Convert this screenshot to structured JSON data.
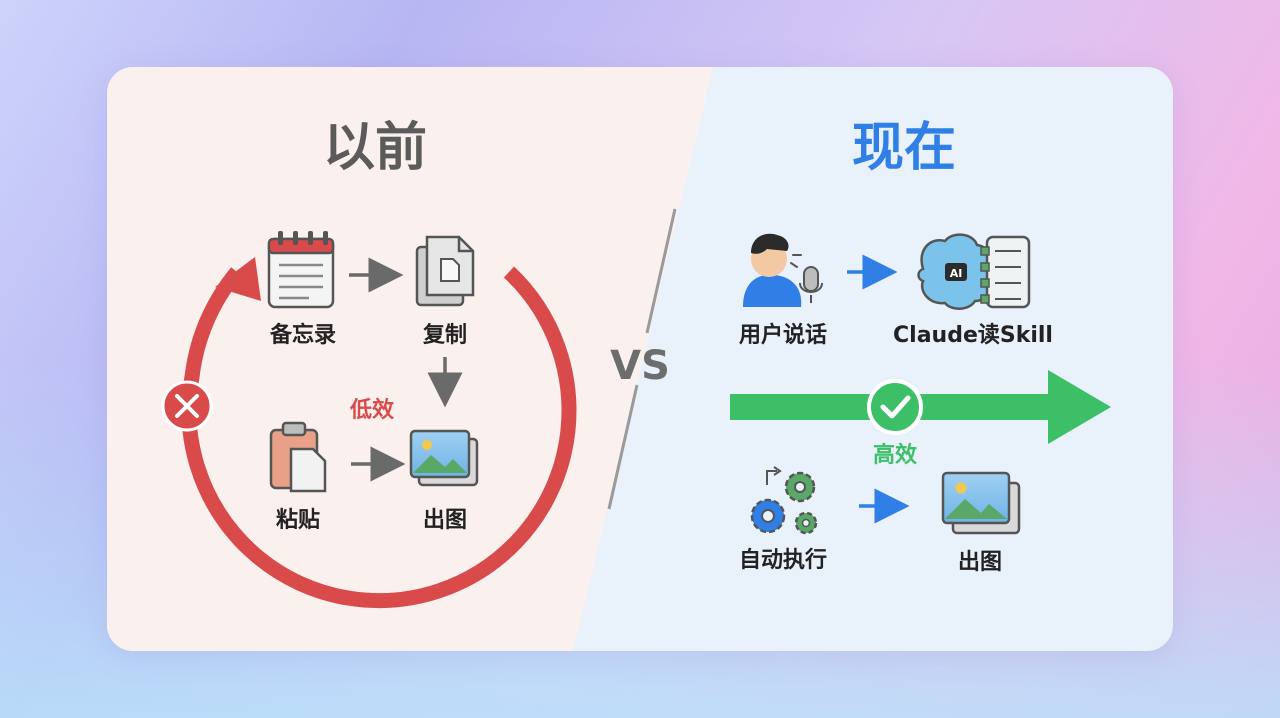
{
  "before": {
    "title": "以前",
    "steps": {
      "memo": "备忘录",
      "copy": "复制",
      "paste": "粘贴",
      "output": "出图"
    },
    "verdict": "低效"
  },
  "vs_label": "VS",
  "after": {
    "title": "现在",
    "steps": {
      "speak": "用户说话",
      "read": "Claude读Skill",
      "auto": "自动执行",
      "output": "出图"
    },
    "verdict": "高效",
    "ai_chip": "AI"
  },
  "colors": {
    "before_title": "#5b5b5b",
    "after_title": "#2f7fe6",
    "loop_red": "#d94b4b",
    "flow_green": "#3dbf67",
    "arrow_blue": "#2f7fe6"
  },
  "icons": {
    "memo": "notepad-icon",
    "copy": "copy-documents-icon",
    "paste": "clipboard-icon",
    "output": "image-icon",
    "speak": "person-speaking-icon",
    "microphone": "microphone-icon",
    "read": "ai-brain-checklist-icon",
    "auto": "gears-icon",
    "fail": "x-circle-icon",
    "success": "check-circle-icon"
  }
}
